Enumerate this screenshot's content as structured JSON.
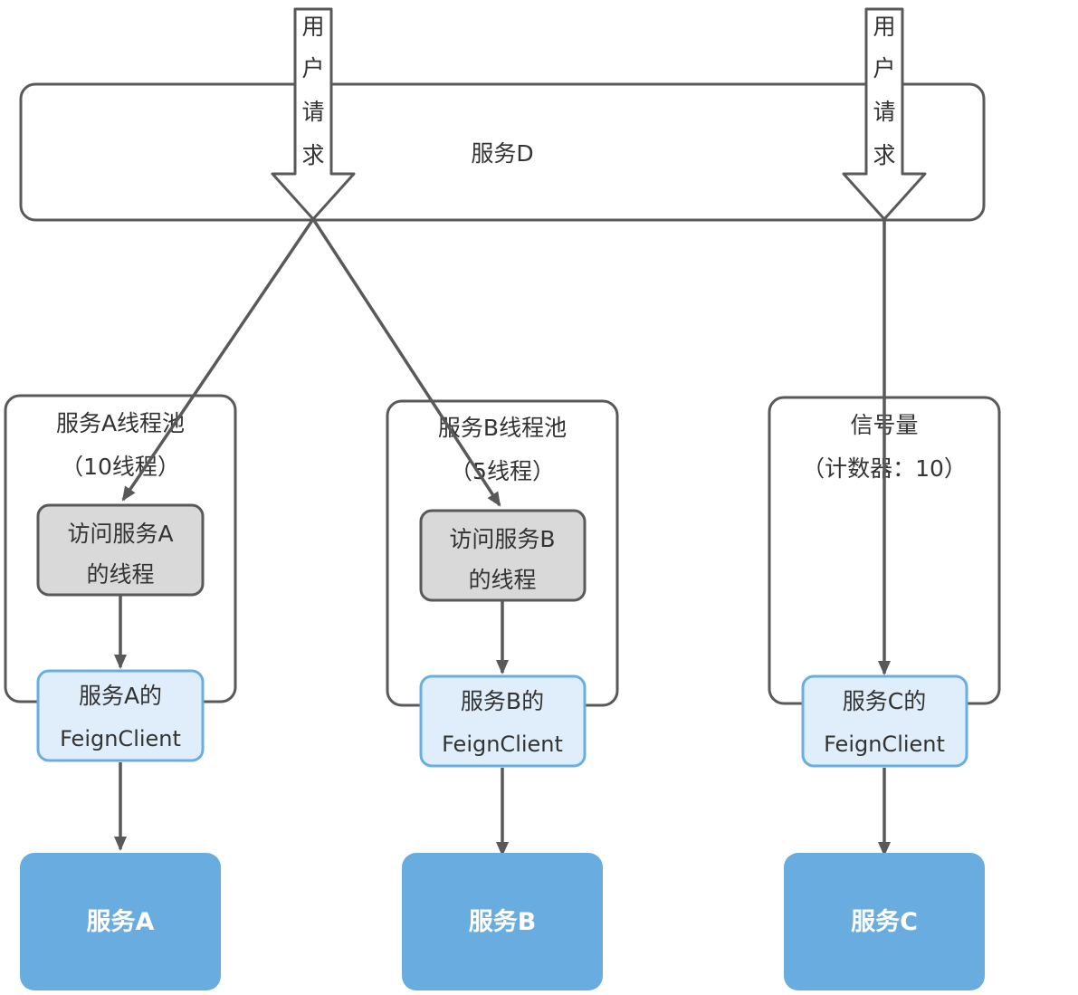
{
  "colors": {
    "stroke": "#595959",
    "arrow": "#595959",
    "thread_fill": "#d9d9d9",
    "client_fill": "#dfeefa",
    "client_stroke": "#6aaee0",
    "service_fill": "#69ade0",
    "text": "#333333",
    "service_text": "#ffffff"
  },
  "user_request": {
    "chars": [
      "用",
      "户",
      "请",
      "求"
    ]
  },
  "service_d": {
    "label": "服务D"
  },
  "pool_a": {
    "title": "服务A线程池",
    "subtitle": "（10线程）"
  },
  "pool_b": {
    "title": "服务B线程池",
    "subtitle": "（5线程）"
  },
  "semaphore": {
    "title": "信号量",
    "subtitle": "（计数器：10）"
  },
  "thread_a": {
    "line1": "访问服务A",
    "line2": "的线程"
  },
  "thread_b": {
    "line1": "访问服务B",
    "line2": "的线程"
  },
  "client_a": {
    "line1": "服务A的",
    "line2": "FeignClient"
  },
  "client_b": {
    "line1": "服务B的",
    "line2": "FeignClient"
  },
  "client_c": {
    "line1": "服务C的",
    "line2": "FeignClient"
  },
  "service_a": {
    "label": "服务A"
  },
  "service_b": {
    "label": "服务B"
  },
  "service_c": {
    "label": "服务C"
  }
}
